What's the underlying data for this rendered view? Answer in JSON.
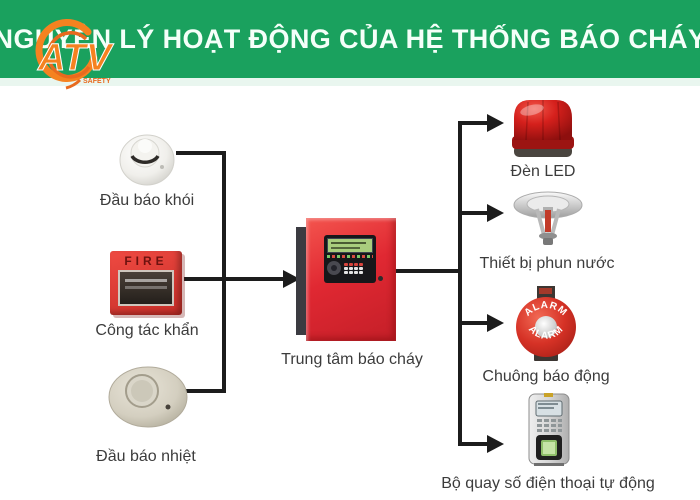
{
  "header": {
    "title": "NGUYÊN LÝ HOẠT ĐỘNG CỦA HỆ THỐNG BÁO CHÁY"
  },
  "logo": {
    "text": "ATV",
    "subtext": "SAFETY"
  },
  "colors": {
    "header_green": "#1aa15e",
    "connector_black": "#1c1c1c",
    "device_red": "#d6261f",
    "logo_orange": "#f58220"
  },
  "diagram": {
    "inputs": [
      {
        "id": "smoke-detector",
        "label": "Đầu báo khói"
      },
      {
        "id": "emergency-switch",
        "label": "Công tác khẩn",
        "device_text": "FIRE"
      },
      {
        "id": "heat-detector",
        "label": "Đầu báo nhiệt"
      }
    ],
    "center": {
      "id": "control-panel",
      "label": "Trung tâm báo cháy"
    },
    "outputs": [
      {
        "id": "led-light",
        "label": "Đèn LED"
      },
      {
        "id": "sprinkler",
        "label": "Thiết bị phun nước"
      },
      {
        "id": "alarm-bell",
        "label": "Chuông báo động",
        "device_text": "ALARM"
      },
      {
        "id": "auto-dialer",
        "label": "Bộ quay số điện thoại tự động"
      }
    ]
  }
}
